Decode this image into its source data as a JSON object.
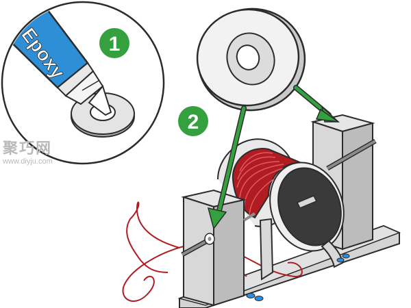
{
  "steps": [
    {
      "number": "1"
    },
    {
      "number": "2"
    }
  ],
  "tube_label": "Epoxy",
  "watermark": {
    "cn": "聚巧网",
    "url": "www.diyju.com"
  },
  "colors": {
    "step_badge": "#34a13e",
    "tube_blue": "#2f8fd6",
    "wire_red": "#b01c22",
    "outline": "#2b2b2b",
    "metal_gray": "#c9c9c9",
    "dark_face": "#3a3a3a",
    "pad_blue": "#2e8be0"
  },
  "icons": [
    "epoxy-tube-icon",
    "washer-icon",
    "magnet-ring-icon",
    "arrow-icon"
  ]
}
